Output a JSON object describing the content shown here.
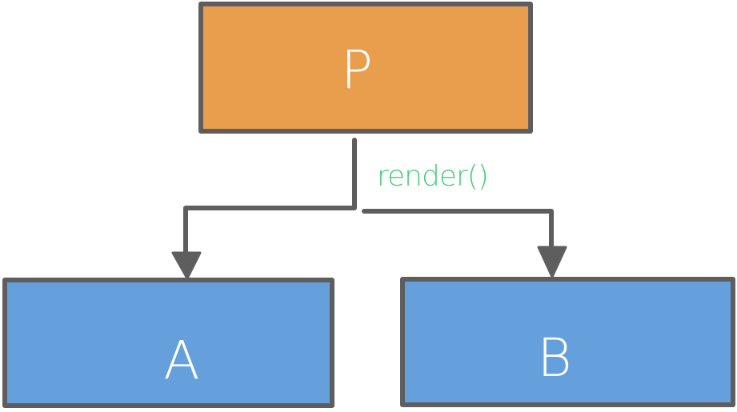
{
  "colors": {
    "parent_fill": "#E99E4D",
    "child_fill": "#65A0DD",
    "stroke": "#5E5E5E",
    "label_text": "#FFFFFF",
    "edge_label": "#4BCB7D"
  },
  "nodes": {
    "parent": {
      "label": "P"
    },
    "child_a": {
      "label": "A"
    },
    "child_b": {
      "label": "B"
    }
  },
  "edge_label": "render()"
}
